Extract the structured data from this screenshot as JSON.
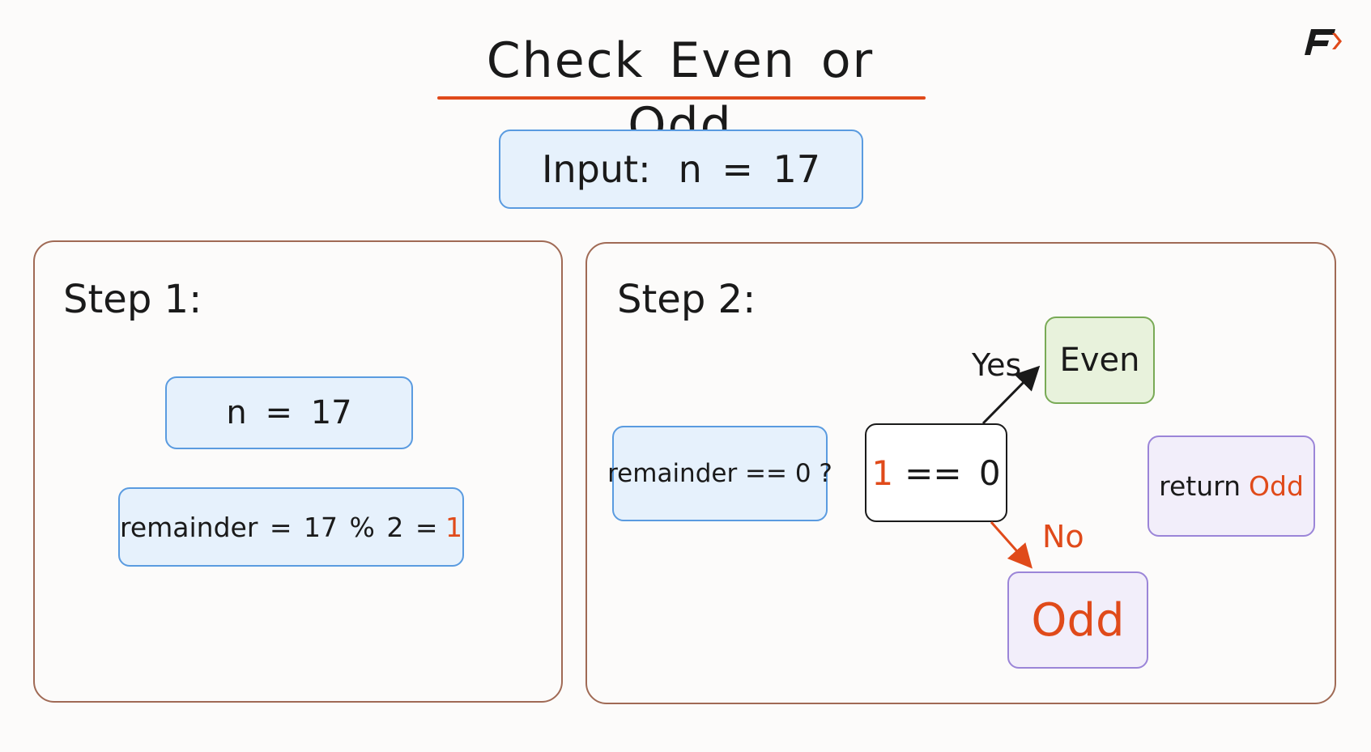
{
  "title": "Check Even or Odd",
  "logo_icon": "brand-logo-icon",
  "colors": {
    "accent": "#e04a1a",
    "blue_fill": "#e6f1fc",
    "blue_border": "#5a9be0",
    "green_fill": "#e8f2dc",
    "green_border": "#79aa56",
    "purple_fill": "#f2eefa",
    "purple_border": "#9b85d8",
    "panel_border": "#a06a55"
  },
  "input": {
    "label": "Input:",
    "expr": "n = 17"
  },
  "step1": {
    "heading": "Step 1:",
    "n_assign": "n = 17",
    "remainder_text": "remainder = 17 % 2 =",
    "remainder_value": "1"
  },
  "step2": {
    "heading": "Step 2:",
    "condition": "remainder == 0 ?",
    "compare_value": "1",
    "compare_rest": "== 0",
    "yes_label": "Yes",
    "no_label": "No",
    "even_label": "Even",
    "odd_label": "Odd",
    "return_text": "return",
    "return_value": "Odd"
  }
}
